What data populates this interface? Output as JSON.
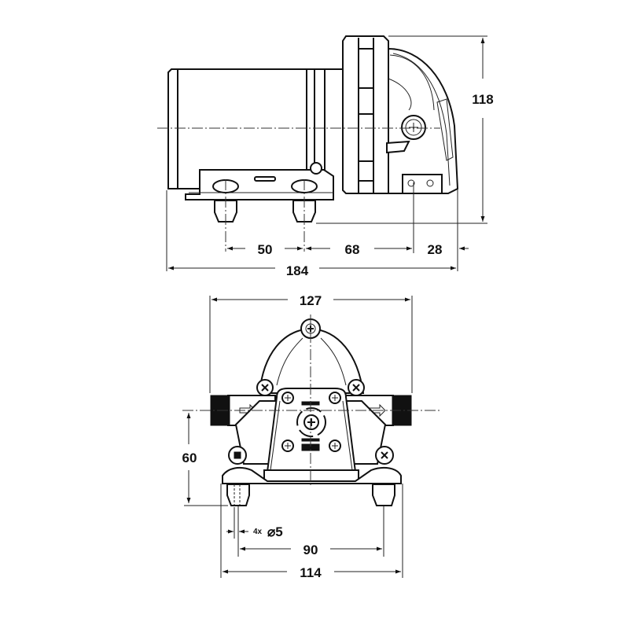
{
  "diagram": {
    "type": "technical-dimension-drawing",
    "subject": "diaphragm pump",
    "units": "mm",
    "views": [
      {
        "name": "side-view",
        "dimensions": {
          "overall_length": "184",
          "foot_spacing": "50",
          "foot_to_port": "68",
          "port_to_end": "28",
          "overall_height": "118"
        }
      },
      {
        "name": "front-view",
        "dimensions": {
          "port_width": "127",
          "port_center_height": "60",
          "mount_hole_prefix": "4x",
          "mount_hole_diameter": "⌀5",
          "foot_spacing": "90",
          "base_width": "114"
        }
      }
    ]
  },
  "labels": {
    "d184": "184",
    "d50": "50",
    "d68": "68",
    "d28": "28",
    "d118": "118",
    "d127": "127",
    "d60": "60",
    "d4x": "4x",
    "d5": "⌀5",
    "d90": "90",
    "d114": "114"
  }
}
